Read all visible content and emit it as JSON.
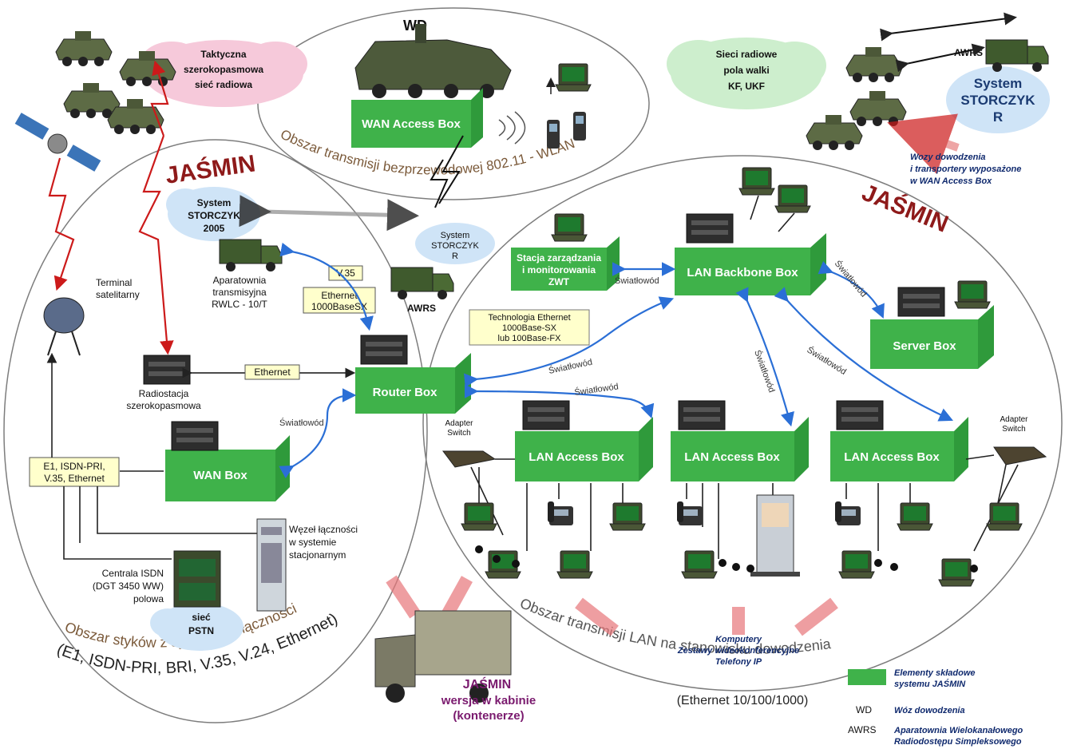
{
  "labels": {
    "wd": "WD",
    "taktyczna": [
      "Taktyczna",
      "szerokopasmowa",
      "sieć radiowa"
    ],
    "sieci_radiowe": [
      "Sieci radiowe",
      "pola walki",
      "KF, UKF"
    ],
    "awrs_top": "AWRS",
    "storczyk_r_big": [
      "System",
      "STORCZYK",
      "R"
    ],
    "wozy_caption": [
      "Wozy dowodzenia",
      "i transportery wyposażone",
      "w WAN Access Box"
    ],
    "jasmin_left": "JAŚMIN",
    "jasmin_right": "JAŚMIN",
    "storczyk_2005": [
      "System",
      "STORCZYK",
      "2005"
    ],
    "storczyk_r_small": [
      "System",
      "STORCZYK",
      "R"
    ],
    "awrs_mid": "AWRS",
    "terminal": [
      "Terminal",
      "satelitarny"
    ],
    "aparatownia": [
      "Aparatownia",
      "transmisyjna",
      "RWLC - 10/T"
    ],
    "v35": "V.35",
    "ethernet_1000": [
      "Ethernet",
      "1000BaseSX"
    ],
    "ethernet": "Ethernet",
    "radiostacja": [
      "Radiostacja",
      "szerokopasmowa"
    ],
    "swiatlowod": "Światłowód",
    "swiatlowod_left": "Światłowód",
    "e1_box": [
      "E1, ISDN-PRI,",
      "V.35, Ethernet"
    ],
    "wezel": [
      "Węzeł łączności",
      "w systemie",
      "stacjonarnym"
    ],
    "centrala": [
      "Centrala ISDN",
      "(DGT 3450 WW)",
      "polowa"
    ],
    "siec_pstn": [
      "sieć",
      "PSTN"
    ],
    "stacja": [
      "Stacja zarządzania",
      "i monitorowania",
      "ZWT"
    ],
    "technologia": [
      "Technologia Ethernet",
      "1000Base-SX",
      "lub 100Base-FX"
    ],
    "adapter_switch": [
      "Adapter",
      "Switch"
    ],
    "komputery": [
      "Komputery",
      "Zestawy wideokonferencyjne",
      "Telefony IP"
    ],
    "jasmin_kabina": [
      "JAŚMIN",
      "wersja w kabinie",
      "(kontenerze)"
    ],
    "arc_wlan": "Obszar transmisji bezprzewodowej 802.11 - WLAN",
    "arc_styki": "Obszar styków z systemami łączności",
    "arc_styki_2": "(E1, ISDN-PRI, BRI, V.35, V.24, Ethernet)",
    "arc_lan": "Obszar transmisji LAN na stanowisku dowodzenia",
    "ethernet_10": "(Ethernet 10/100/1000)"
  },
  "boxes": {
    "wan_access": "WAN Access Box",
    "lan_backbone": "LAN Backbone Box",
    "server": "Server Box",
    "router": "Router Box",
    "wan": "WAN Box",
    "lan_access_1": "LAN Access Box",
    "lan_access_2": "LAN Access Box",
    "lan_access_3": "LAN Access Box"
  },
  "legend": {
    "elementy": [
      "Elementy składowe",
      "systemu JAŚMIN"
    ],
    "wd_abbr": "WD",
    "wd_desc": "Wóz dowodzenia",
    "awrs_abbr": "AWRS",
    "awrs_desc": [
      "Aparatownia Wielokanałowego",
      "Radiodostępu Simpleksowego"
    ]
  },
  "colors": {
    "box_green": "#3fb24a",
    "fiber_blue": "#2b6fd6",
    "radio_red": "#cc1a1a",
    "jasmin_red": "#8e1a1a",
    "cloud_pink": "#f6c9da",
    "cloud_green": "#cdeecd",
    "cloud_blue": "#cfe4f7",
    "note_yellow": "#ffffcc"
  },
  "icons": [
    "satellite-icon",
    "satellite-dish-icon",
    "laptop-icon",
    "ip-phone-icon",
    "armored-vehicle-icon",
    "truck-icon",
    "switch-icon",
    "kiosk-icon",
    "mobile-phone-icon"
  ]
}
